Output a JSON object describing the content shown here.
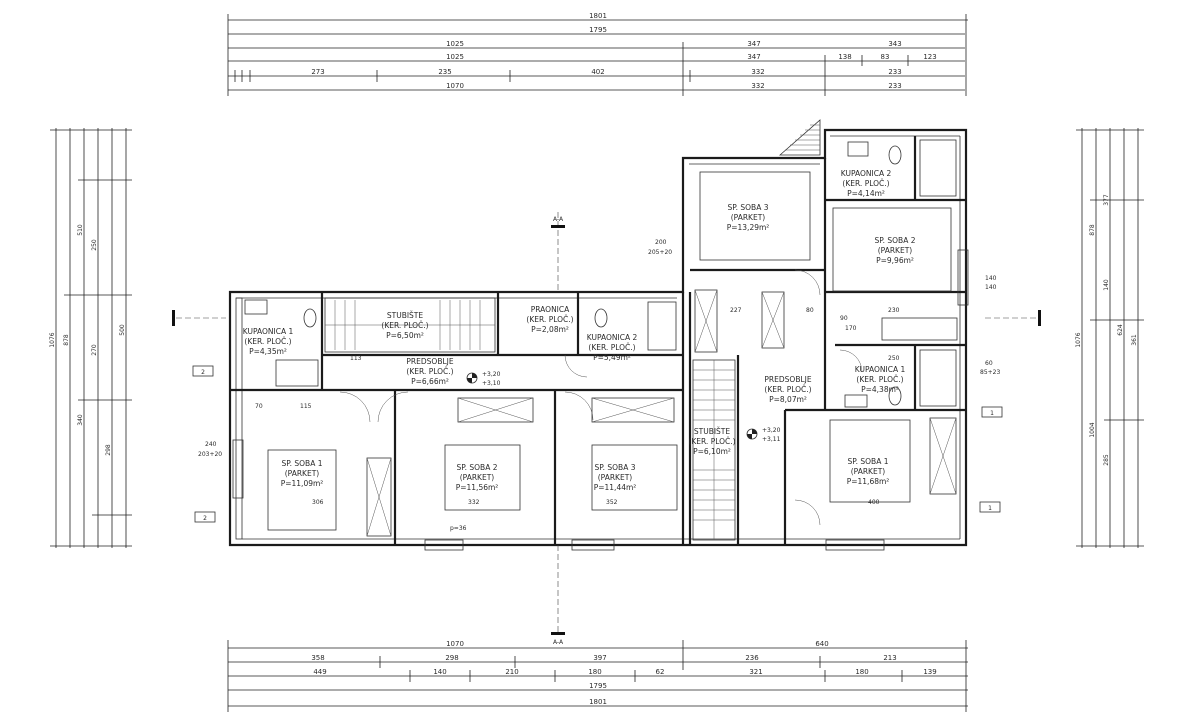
{
  "dimensions": {
    "top_rows": [
      [
        "1801"
      ],
      [
        "1795"
      ],
      [
        "1025",
        "347",
        "343"
      ],
      [
        "1025",
        "347",
        "138",
        "83",
        "123"
      ],
      [
        "273",
        "235",
        "402",
        "332",
        "233"
      ],
      [
        "1070",
        "332",
        "233"
      ]
    ],
    "bottom_rows": [
      [
        "1070",
        "640"
      ],
      [
        "358",
        "298",
        "397",
        "236",
        "213"
      ],
      [
        "449",
        "140",
        "210",
        "180",
        "62",
        "321",
        "180",
        "139"
      ],
      [
        "1795"
      ],
      [
        "1801"
      ]
    ],
    "left_cols": [
      "1076",
      "878",
      "510",
      "340",
      "250",
      "270",
      "298",
      "500"
    ],
    "right_cols": [
      "1076",
      "878",
      "1004",
      "377",
      "140",
      "285",
      "624",
      "361"
    ]
  },
  "rooms": [
    {
      "name": "KUPAONICA 1",
      "floor": "(KER. PLOČ.)",
      "area": "P=4,35m²"
    },
    {
      "name": "STUBIŠTE",
      "floor": "(KER. PLOČ.)",
      "area": "P=6,50m²"
    },
    {
      "name": "PRAONICA",
      "floor": "(KER. PLOČ.)",
      "area": "P=2,08m²"
    },
    {
      "name": "KUPAONICA 2",
      "floor": "(KER. PLOČ.)",
      "area": "P=5,49m²"
    },
    {
      "name": "PREDSOBLJE",
      "floor": "(KER. PLOČ.)",
      "area": "P=6,66m²"
    },
    {
      "name": "SP. SOBA 1",
      "floor": "(PARKET)",
      "area": "P=11,09m²"
    },
    {
      "name": "SP. SOBA 2",
      "floor": "(PARKET)",
      "area": "P=11,56m²"
    },
    {
      "name": "SP. SOBA 3",
      "floor": "(PARKET)",
      "area": "P=11,44m²"
    },
    {
      "name": "STUBIŠTE",
      "floor": "(KER. PLOČ.)",
      "area": "P=6,10m²"
    },
    {
      "name": "SP. SOBA 3",
      "floor": "(PARKET)",
      "area": "P=13,29m²"
    },
    {
      "name": "KUPAONICA 2",
      "floor": "(KER. PLOČ.)",
      "area": "P=4,14m²"
    },
    {
      "name": "SP. SOBA 2",
      "floor": "(PARKET)",
      "area": "P=9,96m²"
    },
    {
      "name": "PREDSOBLJE",
      "floor": "(KER. PLOČ.)",
      "area": "P=8,07m²"
    },
    {
      "name": "KUPAONICA 1",
      "floor": "(KER. PLOČ.)",
      "area": "P=4,38m²"
    },
    {
      "name": "SP. SOBA 1",
      "floor": "(PARKET)",
      "area": "P=11,68m²"
    }
  ],
  "levels": [
    "+3,20",
    "+3,10",
    "+3,20",
    "+3,11"
  ],
  "section_labels": [
    "A-A",
    "A-A"
  ],
  "axis_markers": [
    "2",
    "2",
    "1",
    "1"
  ],
  "window_notes": [
    "240",
    "203+20",
    "200",
    "205+20",
    "140",
    "140",
    "60",
    "85+23"
  ],
  "inner_dims": [
    "113",
    "115",
    "70",
    "306",
    "332",
    "352",
    "400",
    "227",
    "80",
    "90",
    "170",
    "230",
    "250",
    "p=36"
  ]
}
